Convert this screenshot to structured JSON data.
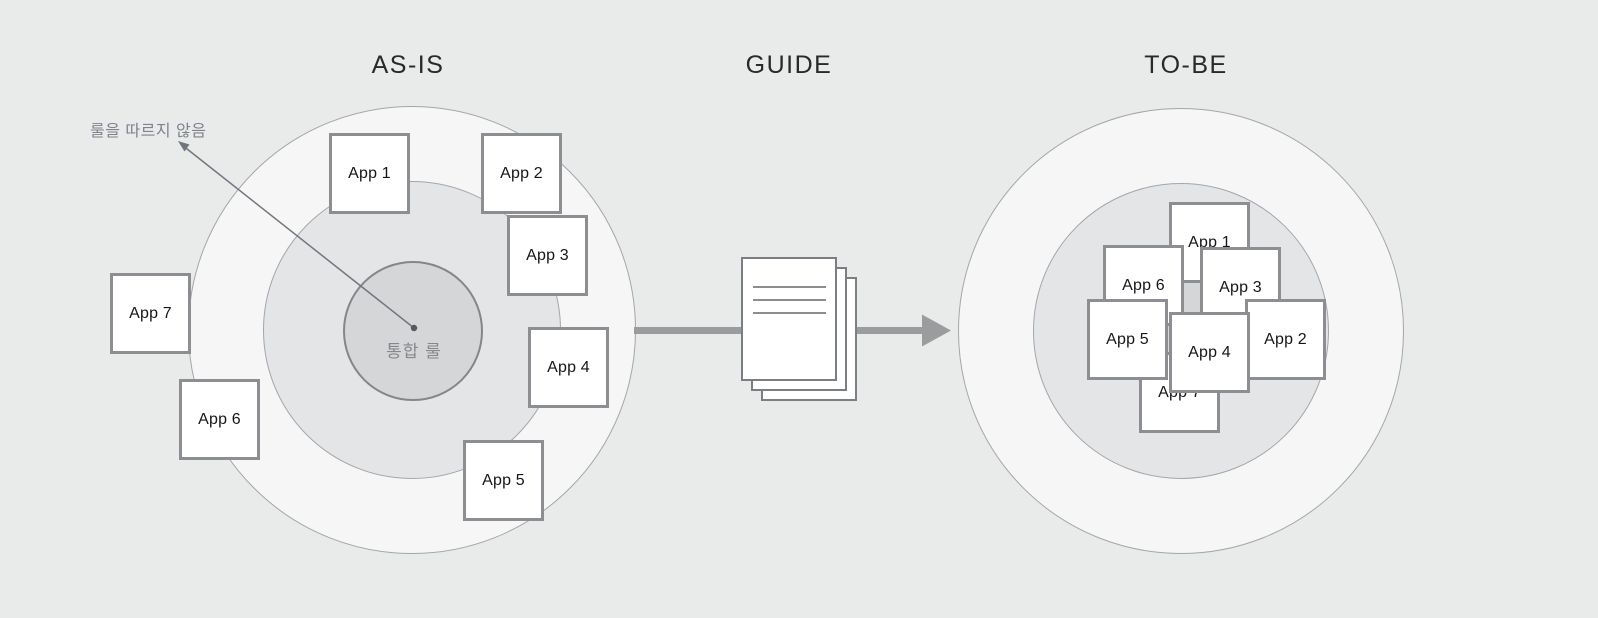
{
  "titles": {
    "asis": "AS-IS",
    "guide": "GUIDE",
    "tobe": "TO-BE"
  },
  "asis": {
    "core_label": "통합 룰",
    "annotation": "룰을 따르지 않음",
    "apps": [
      "App 1",
      "App 2",
      "App 3",
      "App 4",
      "App 5",
      "App 6",
      "App 7"
    ]
  },
  "guide": {
    "icon": "document-stack-icon"
  },
  "tobe": {
    "apps": [
      "App 1",
      "App 2",
      "App 3",
      "App 4",
      "App 5",
      "App 6",
      "App 7"
    ]
  },
  "colors": {
    "background": "#e9eaea",
    "ring_fill": "#f6f6f7",
    "inner_area_fill": "#e4e5e6",
    "core_circle_fill": "#d5d6d8",
    "box_border": "#8c8e91",
    "arrow_gray": "#9b9c9e",
    "annotation_gray": "#7e838c"
  }
}
